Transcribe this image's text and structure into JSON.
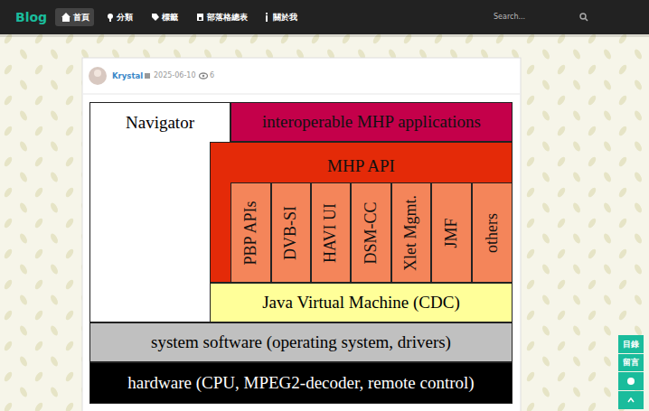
{
  "diagram": {
    "nodes": [
      {
        "text": [
          "Navigator"
        ]
      },
      {
        "text": [
          "interoperable MHP applications"
        ]
      },
      {
        "text": [
          "MHP API"
        ]
      },
      {
        "text": [
          "PBP APIs"
        ],
        "in": 2
      },
      {
        "text": [
          "DVB-SI"
        ],
        "in": 2
      },
      {
        "text": [
          "HAVI UI"
        ],
        "in": 2
      },
      {
        "text": [
          "DSM-CC"
        ],
        "in": 2
      },
      {
        "text": [
          "Xlet Mgmt."
        ],
        "in": 2
      },
      {
        "text": [
          "JMF"
        ],
        "in": 2
      },
      {
        "text": [
          "others"
        ],
        "in": 2
      },
      {
        "text": [
          "Java Virtual Machine (CDC)"
        ]
      },
      {
        "text": [
          "system software (operating system, drivers)"
        ]
      },
      {
        "text": [
          "hardware (CPU, MPEG2-decoder, remote control)"
        ]
      }
    ],
    "labels": [
      "Blog",
      "首頁",
      "分類",
      "標籤",
      "部落格總表",
      "關於我",
      "Search...",
      "Krystal",
      "2025-06-10",
      "6",
      "目錄",
      "留言"
    ]
  }
}
